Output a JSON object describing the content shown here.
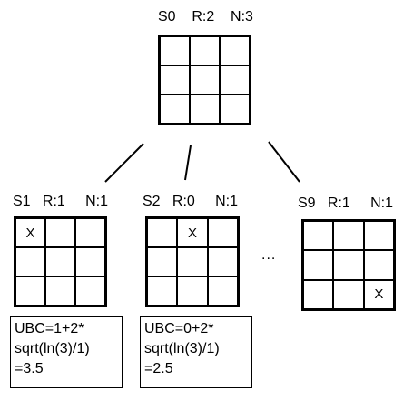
{
  "root": {
    "state_label": "S0",
    "reward_label": "R:2",
    "visits_label": "N:3",
    "cells": [
      "",
      "",
      "",
      "",
      "",
      "",
      "",
      "",
      ""
    ]
  },
  "children": [
    {
      "state_label": "S1",
      "reward_label": "R:1",
      "visits_label": "N:1",
      "cells": [
        "X",
        "",
        "",
        "",
        "",
        "",
        "",
        "",
        ""
      ],
      "ucb_lines": [
        "UBC=1+2*",
        "sqrt(ln(3)/1)",
        "=3.5"
      ]
    },
    {
      "state_label": "S2",
      "reward_label": "R:0",
      "visits_label": "N:1",
      "cells": [
        "",
        "X",
        "",
        "",
        "",
        "",
        "",
        "",
        ""
      ],
      "ucb_lines": [
        "UBC=0+2*",
        "sqrt(ln(3)/1)",
        "=2.5"
      ]
    },
    {
      "state_label": "S9",
      "reward_label": "R:1",
      "visits_label": "N:1",
      "cells": [
        "",
        "",
        "",
        "",
        "",
        "",
        "",
        "",
        "X"
      ]
    }
  ],
  "ellipsis": "..."
}
